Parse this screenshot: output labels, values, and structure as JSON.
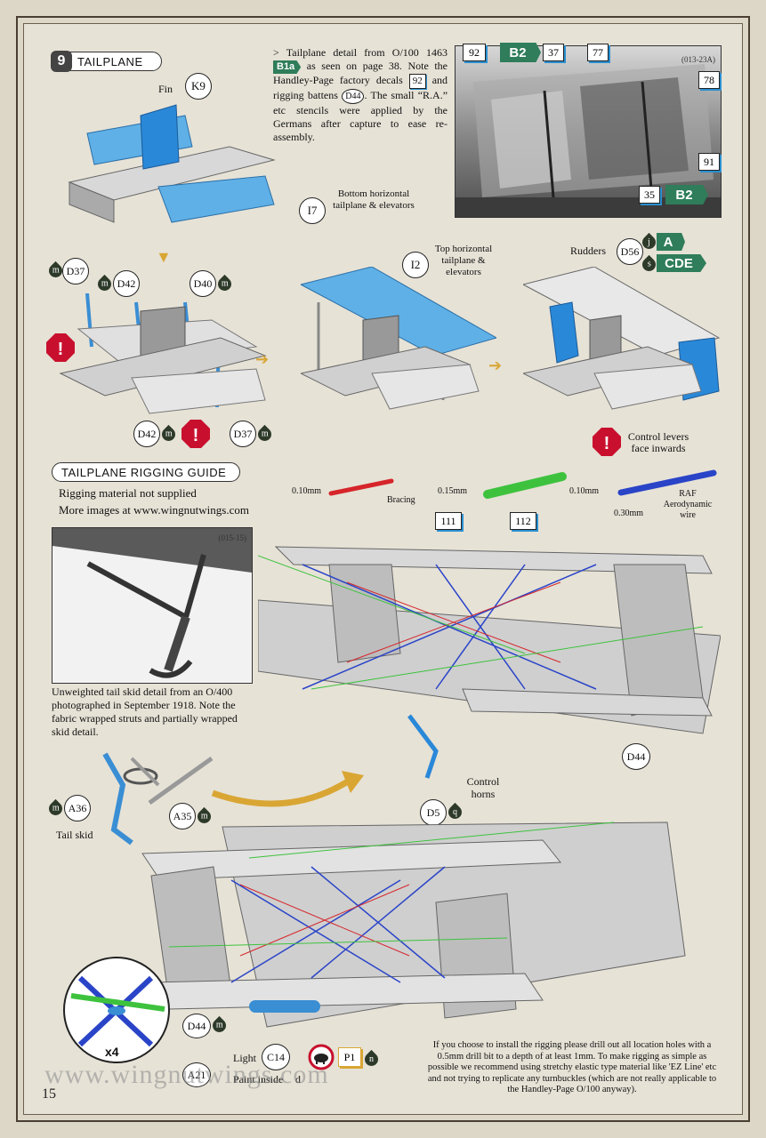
{
  "step": {
    "number": "9",
    "title": "TAILPLANE"
  },
  "intro": {
    "p1": "> Tailplane detail from O/100 1463",
    "p2": "as seen on page 38. Note the Handley-Page factory decals",
    "p3": "and rigging battens",
    "p4": ". The small “R.A.” etc stencils were applied by the Germans after capture to ease re-assembly."
  },
  "tags": {
    "b1a": "B1a",
    "b2": "B2",
    "a": "A",
    "cde": "CDE"
  },
  "parts": {
    "k9": "K9",
    "i7": "I7",
    "i2": "I2",
    "d37": "D37",
    "d42": "D42",
    "d40": "D40",
    "d56": "D56",
    "d44": "D44",
    "d5": "D5",
    "a36": "A36",
    "a35": "A35",
    "a21": "A21",
    "c14": "C14",
    "p1": "P1"
  },
  "decals": {
    "n92": "92",
    "n37": "37",
    "n77": "77",
    "n78": "78",
    "n91": "91",
    "n35": "35",
    "n111": "111",
    "n112": "112"
  },
  "photo1": {
    "ref": "(013-23A)"
  },
  "photo2": {
    "ref": "(015-15)"
  },
  "labels": {
    "fin": "Fin",
    "bottom": "Bottom horizontal tailplane & elevators",
    "top": "Top horizontal tailplane & elevators",
    "rudders": "Rudders",
    "control_levers": "Control levers face inwards",
    "tail_skid": "Tail skid",
    "control_horns": "Control horns",
    "light": "Light",
    "paint_inside": "Paint inside",
    "x4": "x4",
    "drop_m": "m",
    "drop_j": "j",
    "drop_s": "s",
    "drop_q": "q",
    "drop_n": "n",
    "drop_d": "d"
  },
  "rigging_guide": {
    "title": "TAILPLANE RIGGING GUIDE",
    "line1": "Rigging material not supplied",
    "line2": "More images at www.wingnutwings.com",
    "bracing_size": "0.10mm",
    "bracing": "Bracing",
    "control_size": "0.15mm",
    "raf_size": "0.10mm",
    "raf_size2": "0.30mm",
    "raf": "RAF Aerodynamic wire"
  },
  "skid_caption": "Unweighted tail skid detail from an O/400 photographed in September 1918. Note the fabric wrapped struts and partially wrapped skid detail.",
  "footer_note": "If you choose to install the rigging please drill out all location holes with a 0.5mm drill bit to a depth of at least 1mm. To make rigging as simple as possible we recommend using stretchy elastic type material like 'EZ Line' etc and not trying to replicate any turnbuckles (which are not really applicable to the Handley-Page O/100 anyway).",
  "watermark": "www.wingnutwings.com",
  "page_number": "15",
  "colors": {
    "blue": "#5fb0e6",
    "green": "#2f7d5a",
    "red": "#c8102e",
    "bracing": "#d6252a",
    "control": "#3ec23e",
    "raf": "#2a44c8"
  }
}
